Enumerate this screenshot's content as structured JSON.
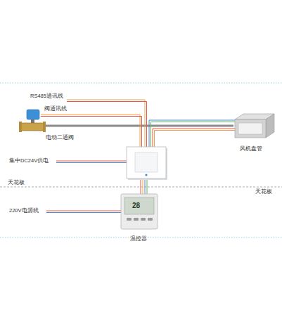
{
  "diagram": {
    "nodes": [
      {
        "text": [
          "电动二通阀"
        ]
      },
      {
        "text": [
          "风机盘管"
        ]
      },
      {
        "text": [
          "温控器"
        ]
      }
    ],
    "labels": [
      "RS485通讯线",
      "阀通讯线",
      "集中DC24V供电",
      "天花板",
      "天花板",
      "220V电源线",
      "28"
    ]
  }
}
